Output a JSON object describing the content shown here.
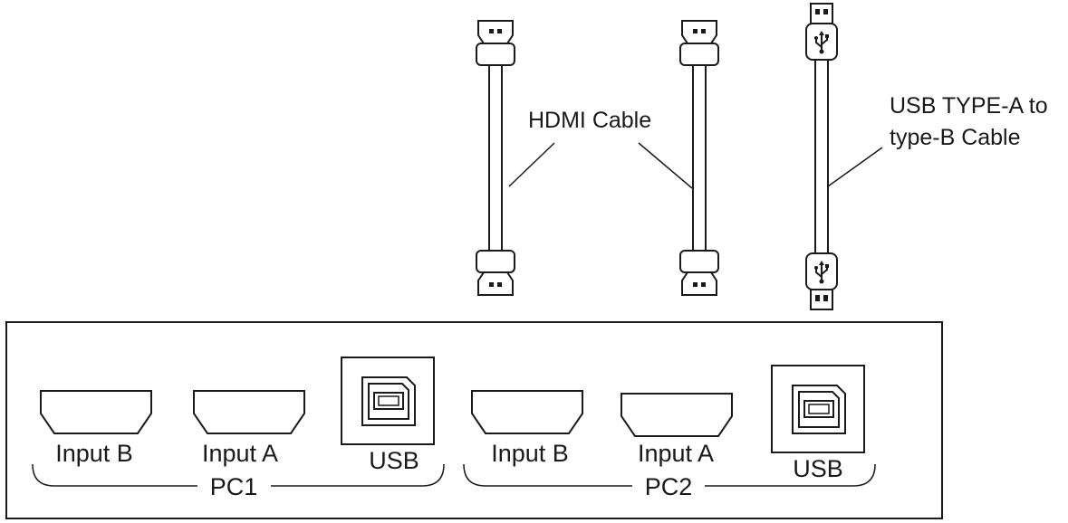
{
  "cables": {
    "hdmi_label": "HDMI Cable",
    "usb_label_line1": "USB TYPE-A to",
    "usb_label_line2": "type-B Cable"
  },
  "panel": {
    "pc1": {
      "input_b": "Input B",
      "input_a": "Input A",
      "usb": "USB",
      "group": "PC1"
    },
    "pc2": {
      "input_b": "Input B",
      "input_a": "Input A",
      "usb": "USB",
      "group": "PC2"
    }
  },
  "colors": {
    "stroke": "#1a1a1a",
    "background": "#ffffff"
  },
  "icons": [
    "hdmi-plug-icon",
    "usb-plug-icon",
    "usb-trident-icon",
    "hdmi-port-icon",
    "usb-b-port-icon"
  ]
}
